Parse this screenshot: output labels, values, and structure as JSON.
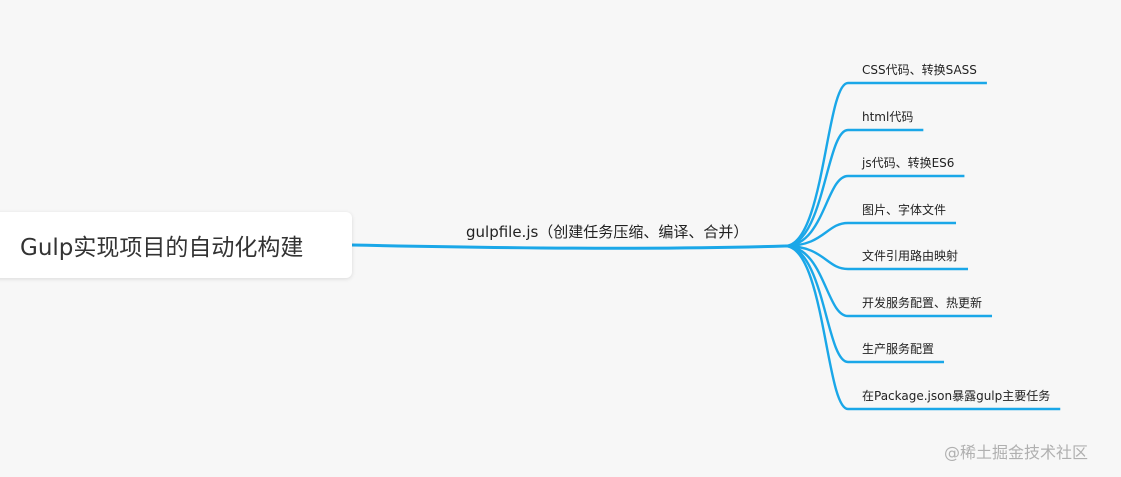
{
  "root": {
    "label": "Gulp实现项目的自动化构建"
  },
  "main_branch": {
    "label": "gulpfile.js（创建任务压缩、编译、合并）"
  },
  "leaves": [
    {
      "label": "CSS代码、转换SASS"
    },
    {
      "label": "html代码"
    },
    {
      "label": "js代码、转换ES6"
    },
    {
      "label": "图片、字体文件"
    },
    {
      "label": "文件引用路由映射"
    },
    {
      "label": "开发服务配置、热更新"
    },
    {
      "label": "生产服务配置"
    },
    {
      "label": "在Package.json暴露gulp主要任务"
    }
  ],
  "watermark": "@稀土掘金技术社区",
  "colors": {
    "edge": "#1aa7e8",
    "background": "#f7f7f7"
  }
}
